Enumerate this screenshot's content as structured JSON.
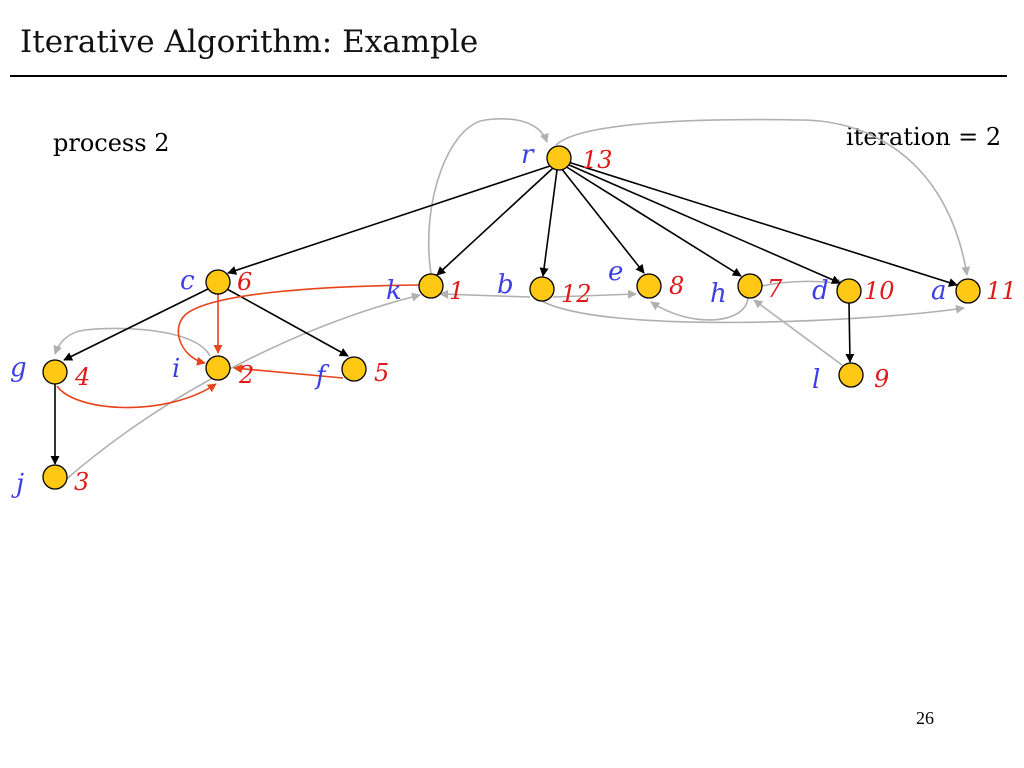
{
  "slide": {
    "title": "Iterative Algorithm: Example",
    "status": "process 2",
    "iteration": "iteration = 2",
    "page_number": "26"
  },
  "colors": {
    "node_fill": "#ffc814",
    "tree_edge": "#000000",
    "back_edge": "#b0b0b0",
    "processing_edge": "#e8441c",
    "node_label": "#3a3ee6",
    "node_number": "#e01818"
  },
  "graph": {
    "nodes": [
      {
        "id": "r",
        "label": "r",
        "number": "13"
      },
      {
        "id": "c",
        "label": "c",
        "number": "6"
      },
      {
        "id": "k",
        "label": "k",
        "number": "1"
      },
      {
        "id": "b",
        "label": "b",
        "number": "12"
      },
      {
        "id": "e",
        "label": "e",
        "number": "8"
      },
      {
        "id": "h",
        "label": "h",
        "number": "7"
      },
      {
        "id": "d",
        "label": "d",
        "number": "10"
      },
      {
        "id": "a",
        "label": "a",
        "number": "11"
      },
      {
        "id": "g",
        "label": "g",
        "number": "4"
      },
      {
        "id": "i",
        "label": "i",
        "number": "2"
      },
      {
        "id": "f",
        "label": "f",
        "number": "5"
      },
      {
        "id": "j",
        "label": "j",
        "number": "3"
      },
      {
        "id": "l",
        "label": "l",
        "number": "9"
      }
    ],
    "edges": [
      {
        "from": "r",
        "to": "c",
        "kind": "tree"
      },
      {
        "from": "r",
        "to": "k",
        "kind": "tree"
      },
      {
        "from": "r",
        "to": "b",
        "kind": "tree"
      },
      {
        "from": "r",
        "to": "e",
        "kind": "tree"
      },
      {
        "from": "r",
        "to": "h",
        "kind": "tree"
      },
      {
        "from": "r",
        "to": "d",
        "kind": "tree"
      },
      {
        "from": "r",
        "to": "a",
        "kind": "tree"
      },
      {
        "from": "c",
        "to": "g",
        "kind": "tree"
      },
      {
        "from": "c",
        "to": "f",
        "kind": "tree"
      },
      {
        "from": "g",
        "to": "j",
        "kind": "tree"
      },
      {
        "from": "d",
        "to": "l",
        "kind": "tree"
      },
      {
        "from": "c",
        "to": "i",
        "kind": "processing"
      },
      {
        "from": "f",
        "to": "i",
        "kind": "processing"
      },
      {
        "from": "k",
        "to": "i",
        "kind": "processing"
      },
      {
        "from": "g",
        "to": "i",
        "kind": "processing"
      },
      {
        "from": "k",
        "to": "r",
        "kind": "back"
      },
      {
        "from": "r",
        "to": "a",
        "kind": "back"
      },
      {
        "from": "i",
        "to": "g",
        "kind": "back"
      },
      {
        "from": "j",
        "to": "k",
        "kind": "back"
      },
      {
        "from": "b",
        "to": "k",
        "kind": "back"
      },
      {
        "from": "b",
        "to": "e",
        "kind": "back"
      },
      {
        "from": "b",
        "to": "a",
        "kind": "back"
      },
      {
        "from": "h",
        "to": "e",
        "kind": "back"
      },
      {
        "from": "h",
        "to": "d",
        "kind": "back"
      },
      {
        "from": "l",
        "to": "h",
        "kind": "back"
      }
    ]
  }
}
